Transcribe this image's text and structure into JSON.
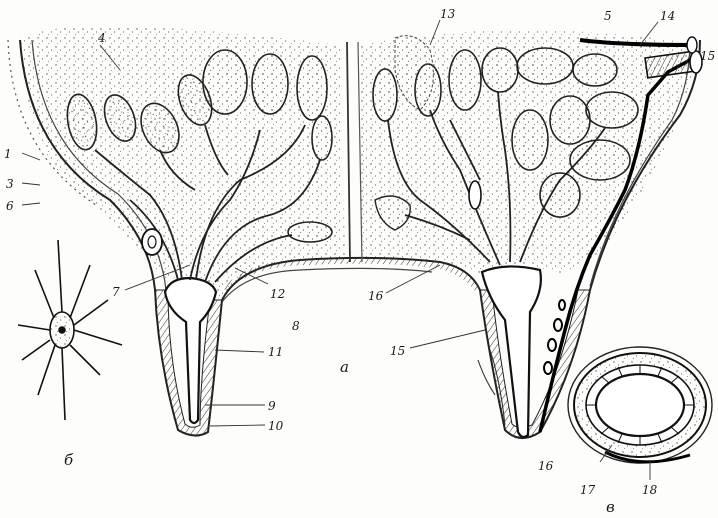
{
  "labels": {
    "l1": "1",
    "l3": "3",
    "l4": "4",
    "l5": "5",
    "l6": "6",
    "l7": "7",
    "l8": "8",
    "l9": "9",
    "l10": "10",
    "l11": "11",
    "l12": "12",
    "l13": "13",
    "l14": "14",
    "l15a": "15",
    "l15b": "15",
    "l16a": "16",
    "l16b": "16",
    "l17": "17",
    "l18": "18",
    "a": "a",
    "b": "б",
    "c": "в"
  }
}
